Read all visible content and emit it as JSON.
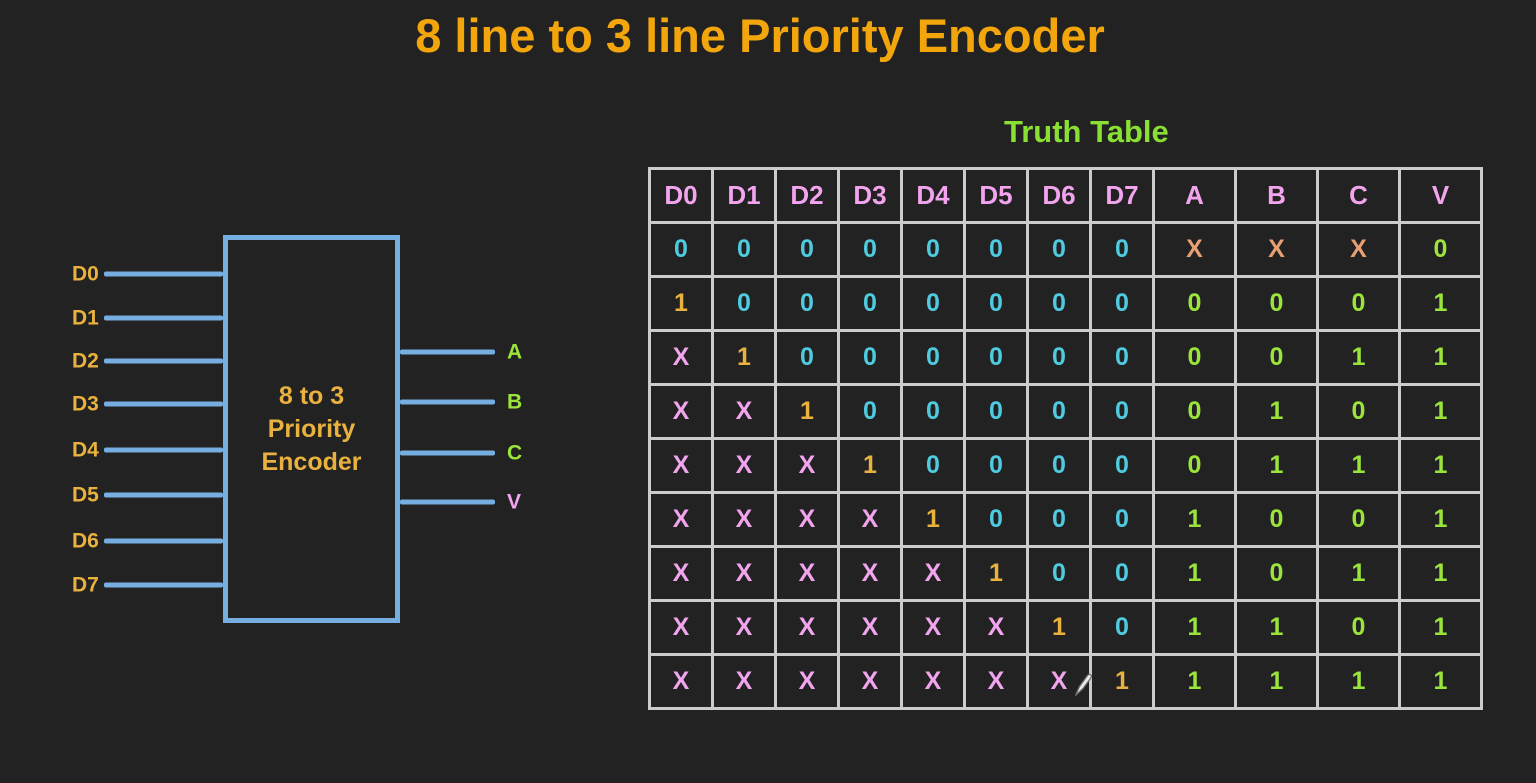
{
  "title": "8 line to 3 line Priority Encoder",
  "colors": {
    "background": "#222222",
    "title_orange": "#F2A60C",
    "gold": "#E9B23E",
    "wire_blue": "#76AEE2",
    "bright_green": "#8ADF34",
    "output_green": "#9BE43C",
    "pink": "#F2A4EE",
    "salmon": "#E89F72",
    "cyan": "#4FCBE0",
    "grid_gray": "#CCCCCC"
  },
  "diagram": {
    "block_label_lines": [
      "8 to 3",
      "Priority",
      "Encoder"
    ],
    "inputs": [
      "D0",
      "D1",
      "D2",
      "D3",
      "D4",
      "D5",
      "D6",
      "D7"
    ],
    "outputs": [
      {
        "label": "A",
        "color": "output_green"
      },
      {
        "label": "B",
        "color": "output_green"
      },
      {
        "label": "C",
        "color": "output_green"
      },
      {
        "label": "V",
        "color": "pink"
      }
    ]
  },
  "truth_table": {
    "title": "Truth Table",
    "headers": [
      "D0",
      "D1",
      "D2",
      "D3",
      "D4",
      "D5",
      "D6",
      "D7",
      "A",
      "B",
      "C",
      "V"
    ],
    "input_col_count": 8,
    "rows": [
      [
        "0",
        "0",
        "0",
        "0",
        "0",
        "0",
        "0",
        "0",
        "X",
        "X",
        "X",
        "0"
      ],
      [
        "1",
        "0",
        "0",
        "0",
        "0",
        "0",
        "0",
        "0",
        "0",
        "0",
        "0",
        "1"
      ],
      [
        "X",
        "1",
        "0",
        "0",
        "0",
        "0",
        "0",
        "0",
        "0",
        "0",
        "1",
        "1"
      ],
      [
        "X",
        "X",
        "1",
        "0",
        "0",
        "0",
        "0",
        "0",
        "0",
        "1",
        "0",
        "1"
      ],
      [
        "X",
        "X",
        "X",
        "1",
        "0",
        "0",
        "0",
        "0",
        "0",
        "1",
        "1",
        "1"
      ],
      [
        "X",
        "X",
        "X",
        "X",
        "1",
        "0",
        "0",
        "0",
        "1",
        "0",
        "0",
        "1"
      ],
      [
        "X",
        "X",
        "X",
        "X",
        "X",
        "1",
        "0",
        "0",
        "1",
        "0",
        "1",
        "1"
      ],
      [
        "X",
        "X",
        "X",
        "X",
        "X",
        "X",
        "1",
        "0",
        "1",
        "1",
        "0",
        "1"
      ],
      [
        "X",
        "X",
        "X",
        "X",
        "X",
        "X",
        "X",
        "1",
        "1",
        "1",
        "1",
        "1"
      ]
    ]
  },
  "cursor": {
    "icon": "pen-cursor-icon"
  }
}
